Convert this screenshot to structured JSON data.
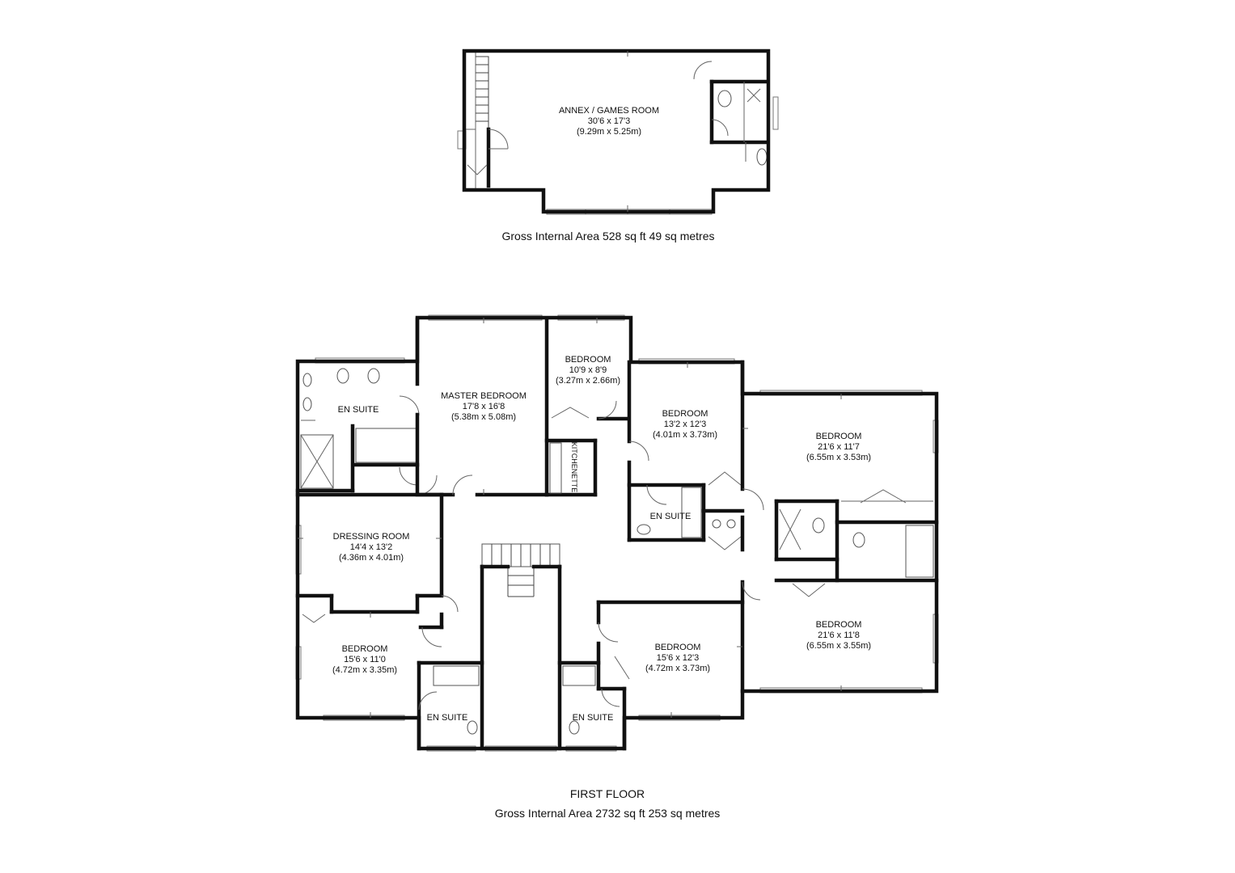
{
  "annex": {
    "room": {
      "name": "ANNEX / GAMES ROOM",
      "imperial": "30'6 x 17'3",
      "metric": "(9.29m x 5.25m)"
    },
    "area": "Gross Internal Area 528 sq ft 49 sq metres"
  },
  "first_floor": {
    "title": "FIRST FLOOR",
    "area": "Gross Internal Area 2732 sq ft 253 sq metres",
    "rooms": [
      {
        "name": "EN SUITE"
      },
      {
        "name": "MASTER BEDROOM",
        "imperial": "17'8 x 16'8",
        "metric": "(5.38m x 5.08m)"
      },
      {
        "name": "BEDROOM",
        "imperial": "10'9 x 8'9",
        "metric": "(3.27m x 2.66m)"
      },
      {
        "name": "BEDROOM",
        "imperial": "13'2 x 12'3",
        "metric": "(4.01m x 3.73m)"
      },
      {
        "name": "BEDROOM",
        "imperial": "21'6 x 11'7",
        "metric": "(6.55m x 3.53m)"
      },
      {
        "name": "KITCHENETTE"
      },
      {
        "name": "EN SUITE"
      },
      {
        "name": "DRESSING ROOM",
        "imperial": "14'4 x 13'2",
        "metric": "(4.36m x 4.01m)"
      },
      {
        "name": "BEDROOM",
        "imperial": "15'6 x 11'0",
        "metric": "(4.72m x 3.35m)"
      },
      {
        "name": "BEDROOM",
        "imperial": "15'6 x 12'3",
        "metric": "(4.72m x 3.73m)"
      },
      {
        "name": "BEDROOM",
        "imperial": "21'6 x 11'8",
        "metric": "(6.55m x 3.55m)"
      },
      {
        "name": "EN SUITE"
      },
      {
        "name": "EN SUITE"
      }
    ]
  }
}
